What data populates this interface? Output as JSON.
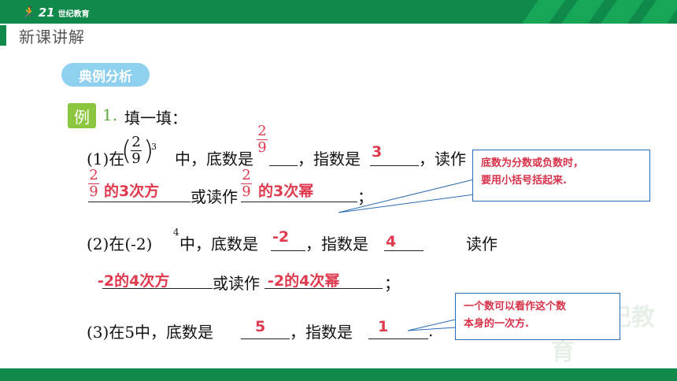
{
  "header": {
    "logo_mark": "21",
    "logo_name": "世纪教育",
    "section_title": "新课讲解",
    "brand_color": "#0f8a4a"
  },
  "badge": {
    "label": "典例分析",
    "color": "#8fd0ee"
  },
  "example": {
    "tag": "例",
    "number": "1.",
    "instruction": "填一填："
  },
  "q1": {
    "prefix": "(1)在",
    "frac_num": "2",
    "frac_den": "9",
    "exponent": "3",
    "mid": "中，底数是",
    "exp_label": "，指数是",
    "read": "，读作",
    "or_read": "或读作",
    "end": "；",
    "ans_base_num": "2",
    "ans_base_den": "9",
    "ans_exp": "3",
    "ans_read1_num": "2",
    "ans_read1_den": "9",
    "ans_read1": "的3次方",
    "ans_read2_num": "2",
    "ans_read2_den": "9",
    "ans_read2": "的3次幂"
  },
  "q2": {
    "prefix": "(2)在(-2)",
    "exponent": "4",
    "mid": "中，底数是",
    "exp_label": "，指数是",
    "read": "读作",
    "or_read": "或读作",
    "end": "；",
    "ans_base": "-2",
    "ans_exp": "4",
    "ans_read1": "-2的4次方",
    "ans_read2": "-2的4次幂"
  },
  "q3": {
    "prefix": "(3)在5中，底数是",
    "exp_label": "，指数是",
    "end": ".",
    "ans_base": "5",
    "ans_exp": "1"
  },
  "callouts": {
    "c1_line1": "底数为分数或负数时，",
    "c1_line2": "要用小括号括起来.",
    "c2_line1": "一个数可以看作这个数",
    "c2_line2": "本身的一次方."
  },
  "watermark": "21世纪教育",
  "answer_color": "#e03a4f"
}
